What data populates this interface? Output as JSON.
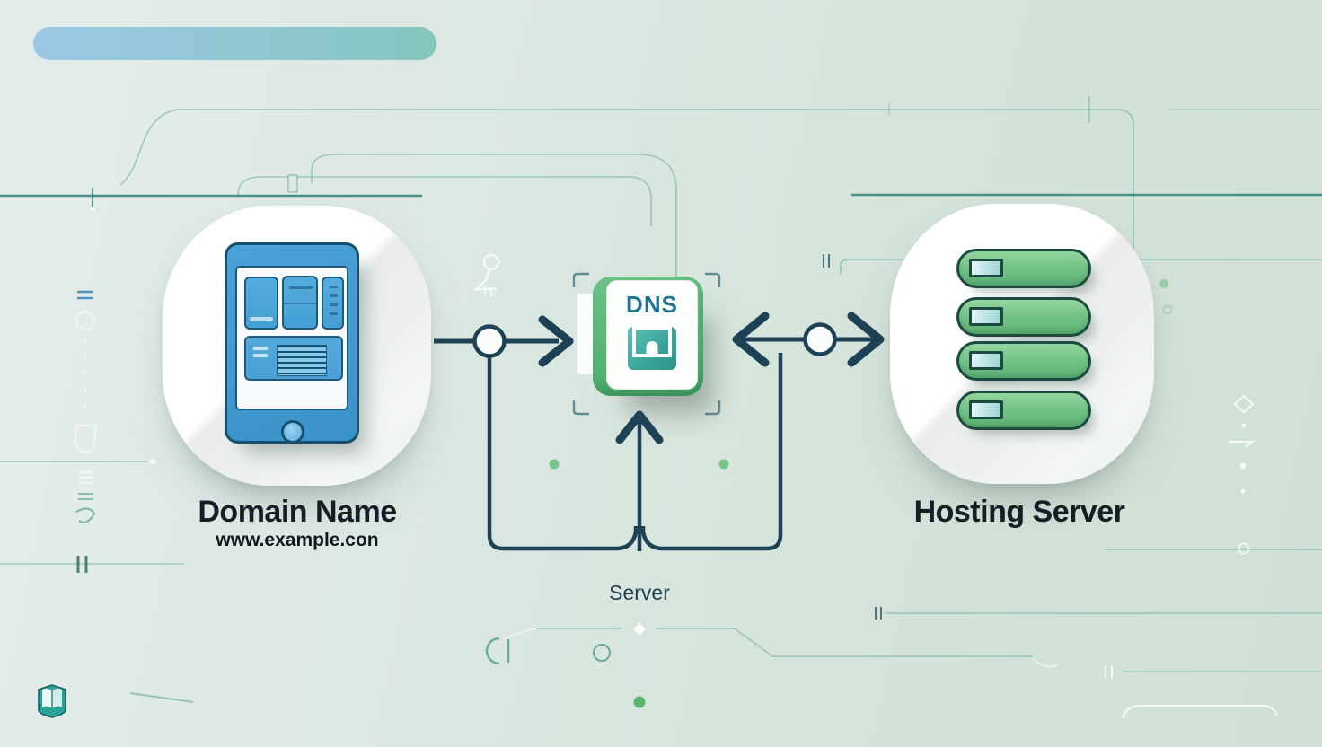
{
  "diagram": {
    "domain_node": {
      "title": "Domain Name",
      "subtitle": "www.example.con"
    },
    "dns_node": {
      "label": "DNS"
    },
    "hosting_node": {
      "title": "Hosting Server"
    },
    "caption": {
      "server": "Server"
    }
  },
  "icons": {
    "left_node": "tablet-device-icon",
    "center_node": "dns-lookup-icon",
    "right_node": "server-rack-icon",
    "corner": "open-book-icon",
    "sketch": "person-sketch-icon"
  },
  "colors": {
    "background": "#d8e5de",
    "arrow_navy": "#1d4155",
    "green_box": "#54b273",
    "server_bar_green": "#6fc083",
    "tablet_blue": "#459fd4",
    "dns_glyph_teal": "#3aa69b",
    "dns_text": "#1e7392",
    "circuit_line_teal": "#57a398",
    "strong_line_teal": "#2f837a",
    "pill_start": "#95c4e6",
    "pill_end": "#7cc2ba",
    "title_text": "#151d26",
    "caption_text": "#1e4050"
  }
}
